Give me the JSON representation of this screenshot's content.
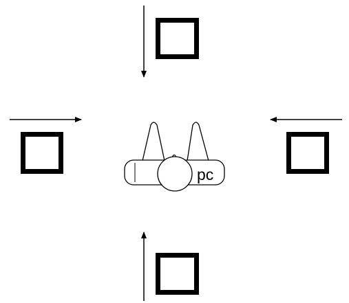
{
  "diagram": {
    "center_device": {
      "label": "pc",
      "icon": "pc-figure-icon"
    },
    "stimuli": [
      {
        "position": "top",
        "icon": "square-icon",
        "arrow_direction": "down"
      },
      {
        "position": "left",
        "icon": "square-icon",
        "arrow_direction": "right"
      },
      {
        "position": "right",
        "icon": "square-icon",
        "arrow_direction": "left"
      },
      {
        "position": "bottom",
        "icon": "square-icon",
        "arrow_direction": "up"
      }
    ],
    "colors": {
      "stroke": "#000000",
      "background": "#ffffff"
    }
  }
}
